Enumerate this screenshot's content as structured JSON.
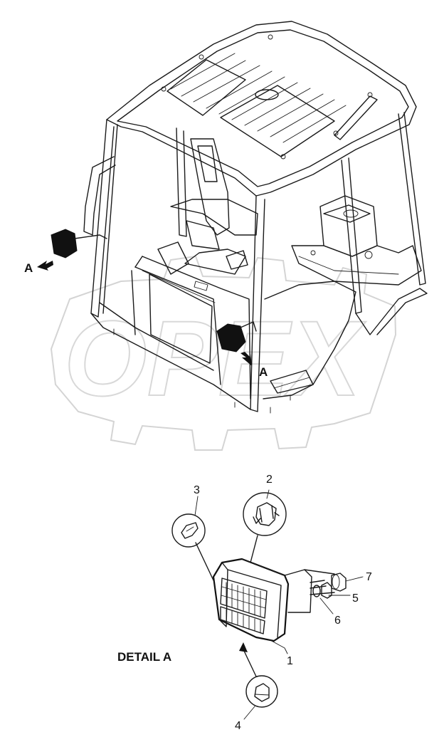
{
  "view_marker": "A",
  "detail_caption": "DETAIL A",
  "callouts": [
    {
      "id": "c1",
      "label": "1"
    },
    {
      "id": "c2",
      "label": "2"
    },
    {
      "id": "c3",
      "label": "3"
    },
    {
      "id": "c4",
      "label": "4"
    },
    {
      "id": "c5",
      "label": "5"
    },
    {
      "id": "c6",
      "label": "6"
    },
    {
      "id": "c7",
      "label": "7"
    }
  ],
  "watermark_text": "OPEX"
}
